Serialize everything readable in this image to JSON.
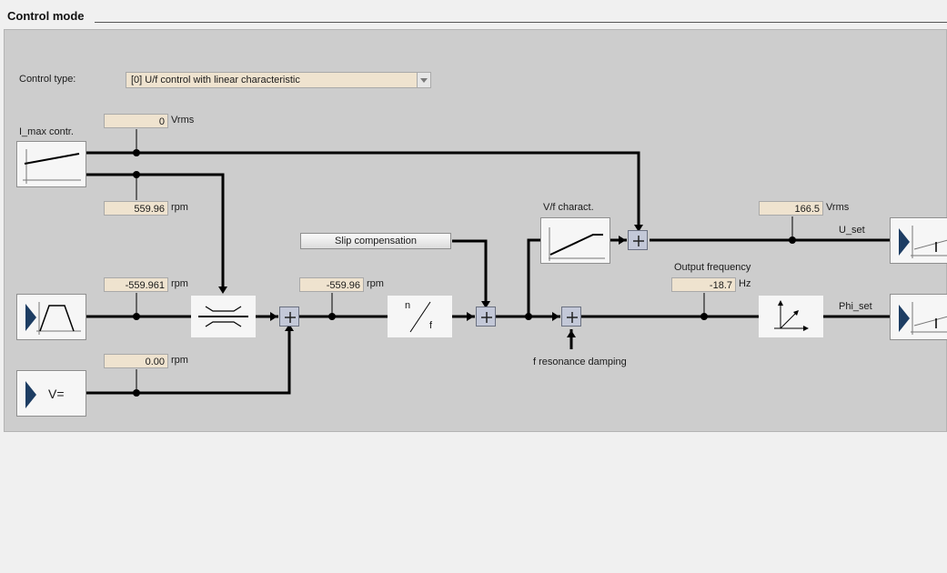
{
  "header": {
    "title": "Control mode"
  },
  "control_type": {
    "label": "Control type:",
    "value": "[0] U/f control with linear characteristic"
  },
  "imax": {
    "label": "I_max contr.",
    "value": "0",
    "unit": "Vrms"
  },
  "speed_limit": {
    "value": "559.96",
    "unit": "rpm"
  },
  "ramp_output": {
    "value": "-559.961",
    "unit": "rpm"
  },
  "setpoint_add": {
    "value": "0.00",
    "unit": "rpm"
  },
  "speed_setpoint": {
    "value": "-559.96",
    "unit": "rpm"
  },
  "slip_compensation": {
    "label": "Slip compensation"
  },
  "vf_charact": {
    "label": "V/f charact."
  },
  "voltage": {
    "value": "166.5",
    "unit": "Vrms",
    "label": "U_set"
  },
  "output_frequency": {
    "label": "Output frequency",
    "value": "-18.7",
    "unit": "Hz"
  },
  "phase": {
    "label": "Phi_set"
  },
  "resonance": {
    "label": "f resonance damping"
  },
  "nf_block": {
    "top": "n",
    "bottom": "f"
  },
  "v_block": {
    "label": "V="
  },
  "icons": [
    "linear-characteristic-icon",
    "ramp-generator-icon",
    "v-source-icon",
    "limiter-icon",
    "n-to-f-icon",
    "vf-characteristic-icon",
    "vector-icon",
    "output-block-icon",
    "summing-point-icon",
    "dropdown-arrow-icon"
  ]
}
